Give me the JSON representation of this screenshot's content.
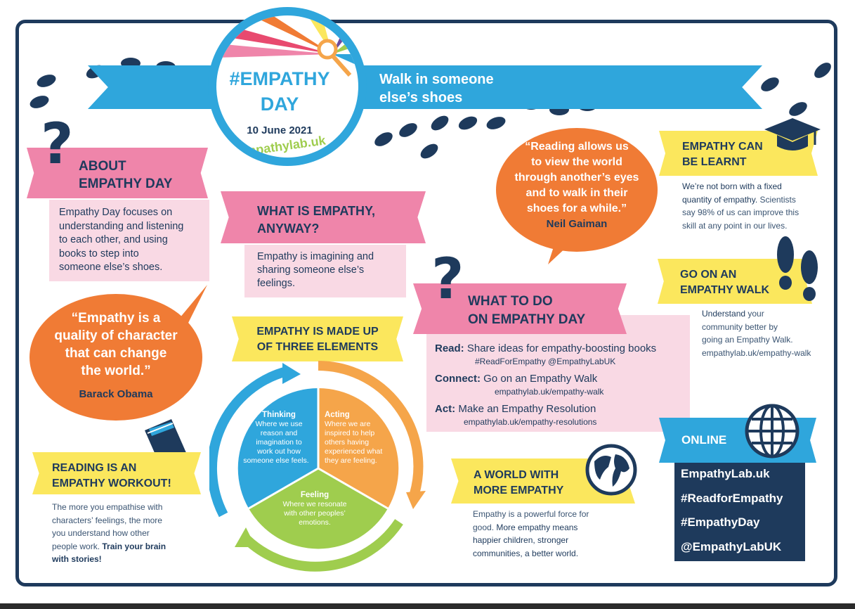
{
  "header": {
    "badge_line1": "#EMPATHY",
    "badge_line2": "DAY",
    "date": "10 June 2021",
    "url": "empathylab.uk",
    "tagline_line1": "Walk in someone",
    "tagline_line2": "else’s shoes"
  },
  "about": {
    "title_line1": "ABOUT",
    "title_line2": "EMPATHY DAY",
    "text_lines": [
      "Empathy Day focuses on",
      "understanding and listening",
      "to each other, and using",
      "books to step into",
      "someone else’s shoes."
    ]
  },
  "what_is": {
    "title_line1": "WHAT IS EMPATHY,",
    "title_line2": "ANYWAY?",
    "text_lines": [
      "Empathy is imagining and",
      "sharing someone else’s",
      "feelings."
    ]
  },
  "quote_obama": {
    "lines": [
      "“Empathy is a",
      "quality of character",
      "that can change",
      "the world.”"
    ],
    "author": "Barack Obama"
  },
  "quote_gaiman": {
    "lines": [
      "“Reading allows us",
      "to view the world",
      "through another’s eyes",
      "and to walk in their",
      "shoes for a while.”"
    ],
    "author": "Neil Gaiman"
  },
  "three_elements": {
    "title_line1": "EMPATHY IS MADE UP",
    "title_line2": "OF THREE ELEMENTS",
    "thinking": {
      "label": "Thinking",
      "lines": [
        "Where we use",
        "reason and",
        "imagination to",
        "work out how",
        "someone else feels."
      ]
    },
    "acting": {
      "label": "Acting",
      "lines": [
        "Where we are",
        "inspired to help",
        "others having",
        "experienced what",
        "they are feeling."
      ]
    },
    "feeling": {
      "label": "Feeling",
      "lines": [
        "Where we resonate",
        "with other peoples’",
        "emotions."
      ]
    }
  },
  "what_to_do": {
    "title_line1": "WHAT TO DO",
    "title_line2": "ON EMPATHY DAY",
    "read_label": "Read:",
    "read_text": "Share ideas for empathy-boosting books",
    "read_sub": "#ReadForEmpathy @EmpathyLabUK",
    "connect_label": "Connect:",
    "connect_text": "Go on an Empathy Walk",
    "connect_sub": "empathylab.uk/empathy-walk",
    "act_label": "Act:",
    "act_text": "Make an Empathy Resolution",
    "act_sub": "empathylab.uk/empathy-resolutions"
  },
  "can_be_learnt": {
    "title_line1": "EMPATHY CAN",
    "title_line2": "BE LEARNT",
    "lines": [
      "We’re not born with a fixed",
      "quantity of empathy.",
      "say 98% of us can improve this",
      "skill at any point in our lives."
    ],
    "line2_suffix": " Scientists"
  },
  "walk": {
    "title_line1": "GO ON AN",
    "title_line2": "EMPATHY WALK",
    "lines": [
      "Understand",
      "community better by",
      "going an Empathy Walk.",
      "empathylab.uk/empathy-walk"
    ],
    "line1_suffix": " your"
  },
  "workout": {
    "title_line1": "READING IS AN",
    "title_line2": "EMPATHY WORKOUT!",
    "lines": [
      "The more you empathise with",
      "characters’ feelings, the more",
      "you understand how other",
      "people work.",
      "with stories!"
    ],
    "line4_suffix": " Train your brain"
  },
  "world": {
    "title_line1": "A WORLD WITH",
    "title_line2": "MORE EMPATHY",
    "lines": [
      "Empathy is a powerful force for",
      "good.",
      "happier children, stronger",
      "communities, a better world."
    ],
    "line2_suffix": " More empathy means"
  },
  "online": {
    "title": "ONLINE",
    "items": [
      "EmpathyLab.uk",
      "#ReadforEmpathy",
      "#EmpathyDay",
      "@EmpathyLabUK"
    ]
  },
  "colors": {
    "navy": "#1e3a5c",
    "blue": "#2fa6dc",
    "pink": "#ef85aa",
    "light_pink": "#f9d9e4",
    "yellow": "#fbe75d",
    "orange": "#f07b35",
    "green": "#9fcd4e",
    "amber": "#f5a54a"
  },
  "icons": [
    "footprint-icon",
    "question-mark-icon",
    "magnifier-icon",
    "graduation-cap-icon",
    "footprints-icon",
    "book-icon",
    "globe-icon",
    "www-globe-icon",
    "cycle-arrow-icon"
  ]
}
